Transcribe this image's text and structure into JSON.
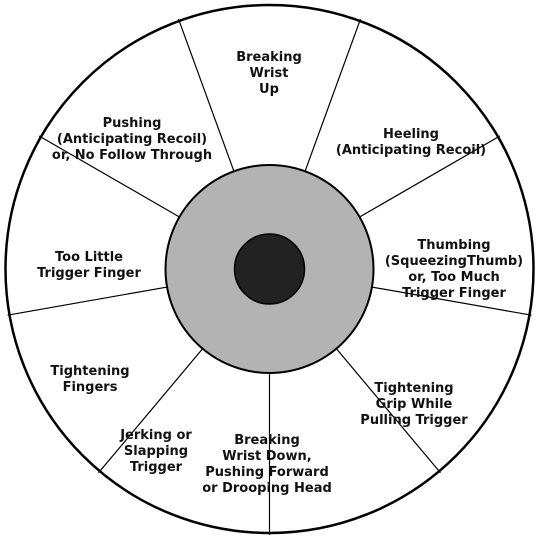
{
  "diagram": {
    "colors": {
      "outline": "#000000",
      "ring": "#b3b3b3",
      "bullseye": "#222222",
      "background": "#ffffff"
    },
    "segments": [
      {
        "id": "breaking-wrist-up",
        "lines": [
          "Breaking",
          "Wrist",
          "Up"
        ]
      },
      {
        "id": "heeling",
        "lines": [
          "Heeling",
          "(Anticipating Recoil)"
        ]
      },
      {
        "id": "thumbing",
        "lines": [
          "Thumbing",
          "(SqueezingThumb)",
          "or, Too Much",
          "Trigger Finger"
        ]
      },
      {
        "id": "tightening-grip",
        "lines": [
          "Tightening",
          "Grip While",
          "Pulling Trigger"
        ]
      },
      {
        "id": "breaking-wrist-down",
        "lines": [
          "Breaking",
          "Wrist Down,",
          "Pushing Forward",
          "or Drooping Head"
        ]
      },
      {
        "id": "jerking",
        "lines": [
          "Jerking or",
          "Slapping",
          "Trigger"
        ]
      },
      {
        "id": "tightening-fingers",
        "lines": [
          "Tightening",
          "Fingers"
        ]
      },
      {
        "id": "too-little-trigger",
        "lines": [
          "Too Little",
          "Trigger Finger"
        ]
      },
      {
        "id": "pushing",
        "lines": [
          "Pushing",
          "(Anticipating Recoil)",
          "or, No Follow Through"
        ]
      }
    ]
  }
}
